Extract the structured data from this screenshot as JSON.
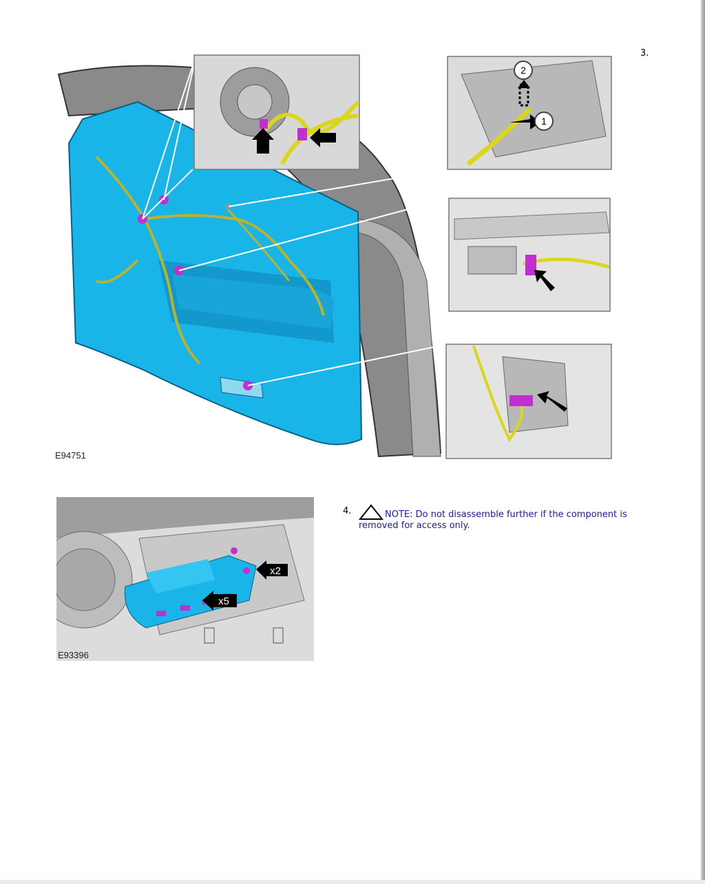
{
  "steps": [
    {
      "number": "3.",
      "figure_id": "E94751"
    },
    {
      "number": "4.",
      "figure_id": "E93396",
      "note_first": "NOTE: Do not disassemble further if the component is",
      "note_second": "removed for access only.",
      "warning_icon": "warning-triangle-icon"
    }
  ],
  "callouts": {
    "label_1": "1",
    "label_2": "2",
    "qty_a": "x2",
    "qty_b": "x5"
  },
  "colors": {
    "panel": "#19b4e8",
    "wire": "#d9d61c",
    "connector": "#c22fd0",
    "note_text": "#1a1aa6"
  }
}
